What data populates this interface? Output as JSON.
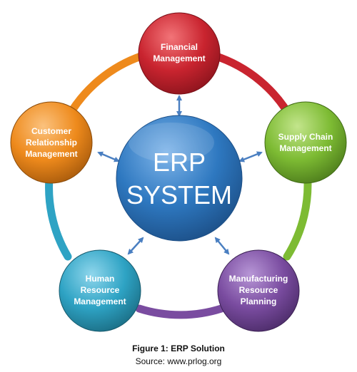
{
  "center": {
    "line1": "ERP",
    "line2": "SYSTEM",
    "color": "#2e78c0"
  },
  "nodes": [
    {
      "id": "financial",
      "lines": [
        "Financial",
        "Management"
      ],
      "color": "#c9242f"
    },
    {
      "id": "supply-chain",
      "lines": [
        "Supply Chain",
        "Management"
      ],
      "color": "#7dbb33"
    },
    {
      "id": "manufacturing",
      "lines": [
        "Manufacturing",
        "Resource",
        "Planning"
      ],
      "color": "#7a4ca0"
    },
    {
      "id": "human-resource",
      "lines": [
        "Human",
        "Resource",
        "Management"
      ],
      "color": "#2ea3c4"
    },
    {
      "id": "crm",
      "lines": [
        "Customer",
        "Relationship",
        "Management"
      ],
      "color": "#ee8a1c"
    }
  ],
  "caption": {
    "title": "Figure 1: ERP Solution",
    "source": "Source: www.prlog.org"
  },
  "arrow_color": "#4a7fc1"
}
